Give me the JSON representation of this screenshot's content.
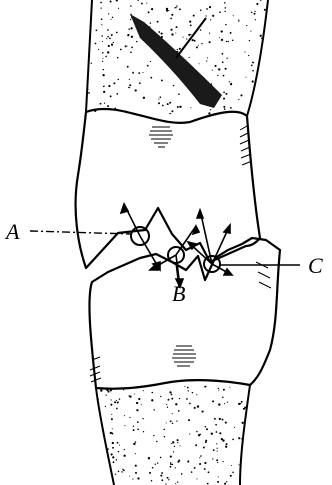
{
  "figure": {
    "labels": {
      "a": "A",
      "b": "B",
      "c": "C"
    },
    "ink_color": "#000000",
    "background_color": "#ffffff"
  }
}
